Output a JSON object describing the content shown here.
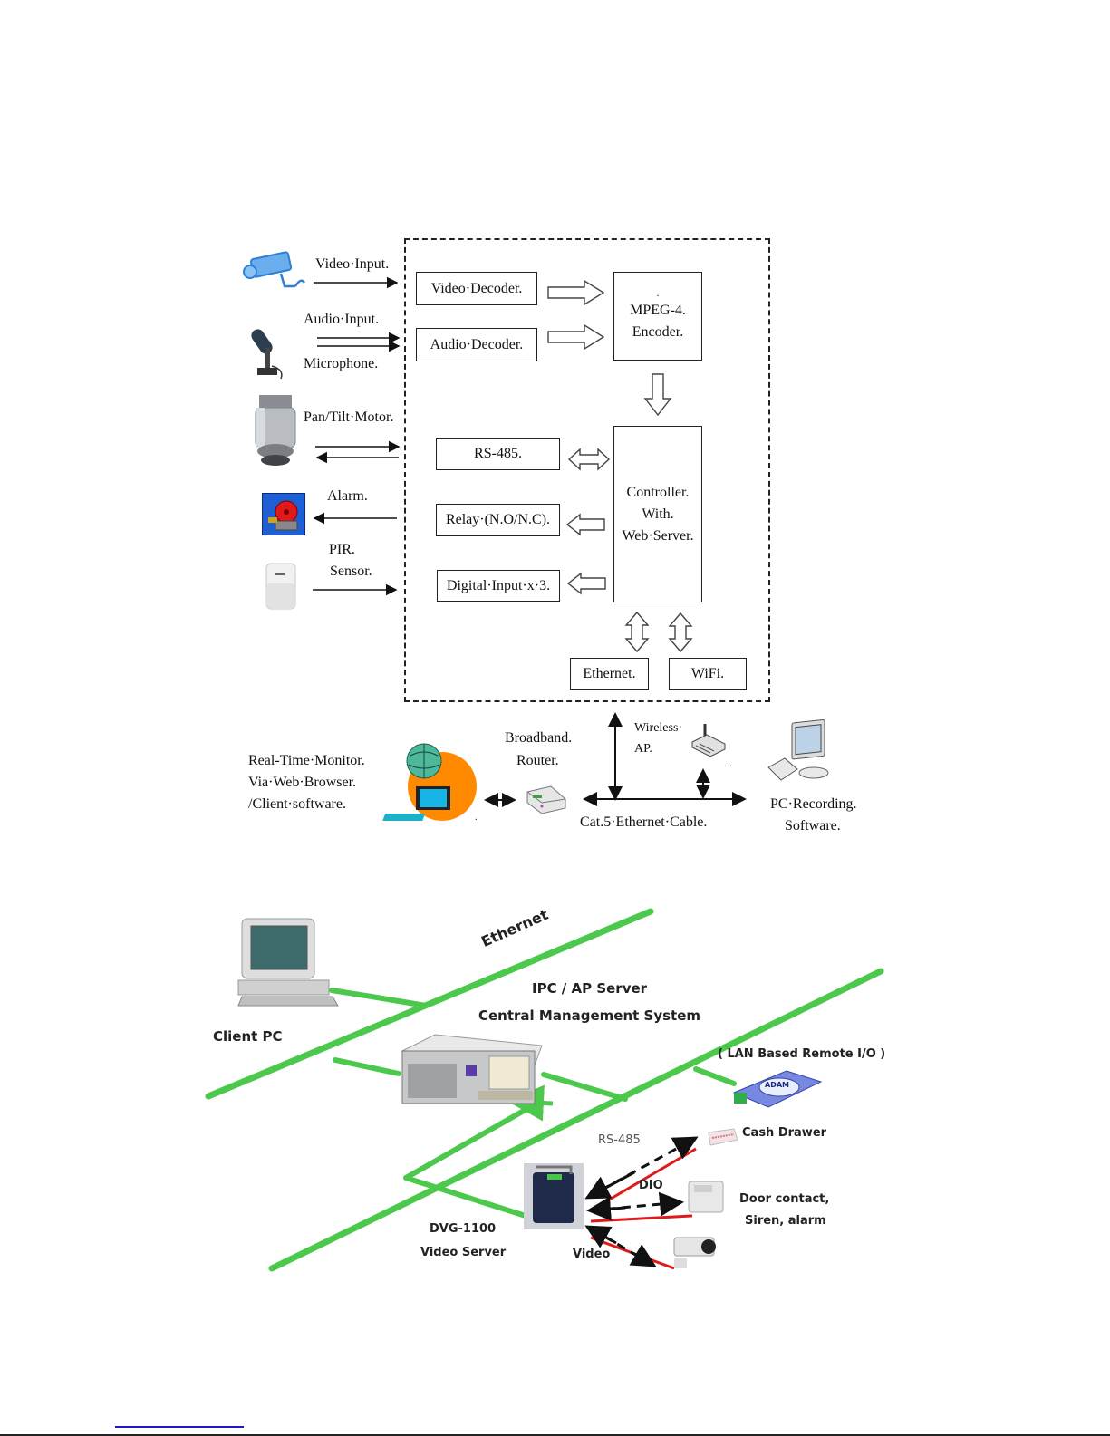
{
  "block_diagram": {
    "inputs": {
      "video_input": "Video·Input.",
      "audio_input": "Audio·Input.",
      "microphone": "Microphone.",
      "pan_tilt_motor": "Pan/Tilt·Motor.",
      "alarm": "Alarm.",
      "pir": "PIR.",
      "sensor": "Sensor."
    },
    "blocks": {
      "video_decoder": "Video·Decoder.",
      "audio_decoder": "Audio·Decoder.",
      "mpeg4_mark": ".",
      "mpeg4_line1": "MPEG-4.",
      "mpeg4_line2": "Encoder.",
      "rs485": "RS-485.",
      "relay": "Relay·(N.O/N.C).",
      "digital_input": "Digital·Input·x·3.",
      "controller_line1": "Controller.",
      "controller_line2": "With.",
      "controller_line3": "Web·Server.",
      "ethernet": "Ethernet.",
      "wifi": "WiFi."
    },
    "network": {
      "monitor_line1": "Real-Time·Monitor.",
      "monitor_line2": "Via·Web·Browser.",
      "monitor_line3": "/Client·software.",
      "router_line1": "Broadband.",
      "router_line2": "Router.",
      "wireless_line1": "Wireless·",
      "wireless_line2": "AP.",
      "cable": "Cat.5·Ethernet·Cable.",
      "pc_recording_line1": "PC·Recording.",
      "pc_recording_line2": "Software.",
      "small_mark": "."
    }
  },
  "system_diagram": {
    "ethernet_label": "Ethernet",
    "client_pc": "Client PC",
    "server_line1": "IPC / AP Server",
    "server_line2": "Central Management System",
    "remote_io": "( LAN Based Remote I/O )",
    "cash_drawer": "Cash Drawer",
    "rs485": "RS-485",
    "dio": "DIO",
    "door_line1": "Door contact,",
    "door_line2": "Siren, alarm",
    "dvg_line1": "DVG-1100",
    "dvg_line2": "Video Server",
    "video": "Video",
    "adam_badge": "ADAM",
    "colors": {
      "network_green": "#4cc94c",
      "link_red": "#e01a1a",
      "device_blue": "#1f2a4a"
    }
  }
}
